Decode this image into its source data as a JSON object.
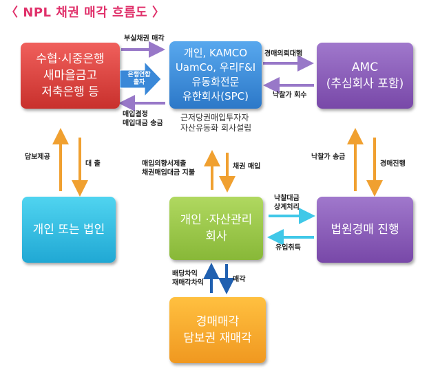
{
  "title": "〈 NPL 채권 매각 흐름도 〉",
  "nodes": {
    "banks": "수협·시중은행\n새마을금고\n저축은행 등",
    "buyers": "개인, KAMCO\nUamCo, 우리F&I\n유동화전문\n유한회사(SPC)",
    "amc": "AMC\n(추심회사 포함)",
    "individual": "개인 또는 법인",
    "asset_co": "개인 ·자산관리\n회사",
    "court": "법원경매 진행",
    "resale": "경매매각\n담보권 재매각"
  },
  "labels": {
    "bad_sale": "부실채권 매각",
    "bank_loan": "은행연합\n출자",
    "purchase_decision": "매입결정\n매입대금 송금",
    "buyer_note": "근저당권매입투자자\n자산유동화 회사설립",
    "auction_request": "경매의뢰대행",
    "bid_collect": "낙찰가 회수",
    "collateral": "담보제공",
    "loan": "대 출",
    "bid_remit": "낙찰가 송금",
    "auction_proceed": "경매진행",
    "contract": "매입의향서제출\n채권매입대금 지불",
    "bond_purchase": "채권 매입",
    "payment_offset": "낙찰대금\n상계처리",
    "gain": "유입취득",
    "dividend": "배당차익\n재매각차익",
    "sale": "매각"
  }
}
